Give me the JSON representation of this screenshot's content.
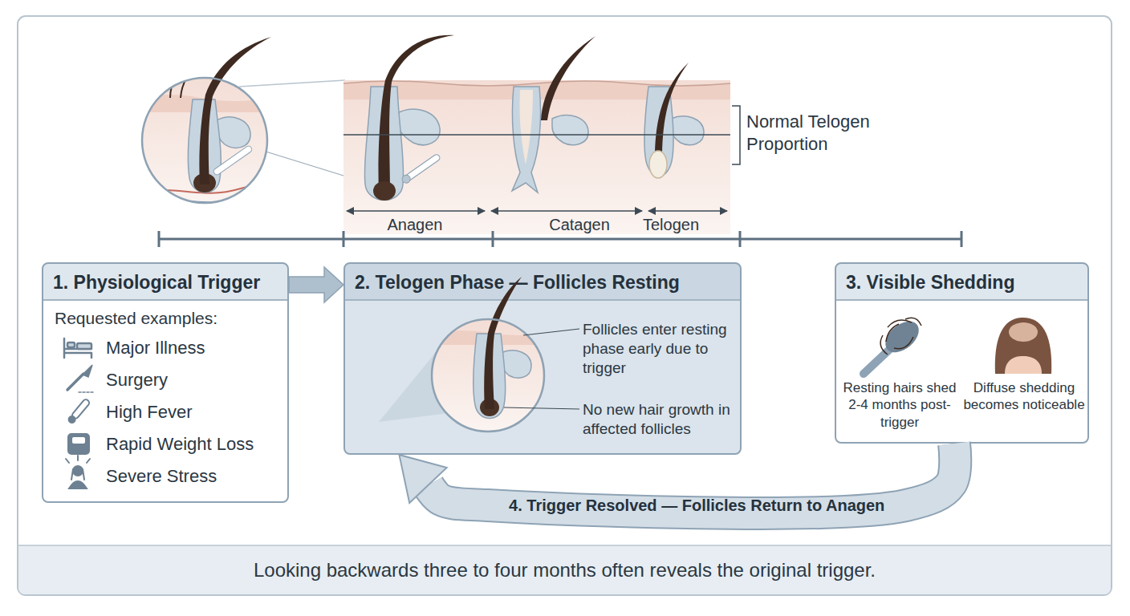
{
  "diagram": {
    "caption": "Looking backwards three to four months often reveals the original trigger.",
    "nodes": [
      {
        "text": [
          "1. Physiological Trigger",
          "Requested examples:",
          "Major Illness",
          "Surgery",
          "High Fever",
          "Rapid Weight Loss",
          "Severe Stress"
        ]
      },
      {
        "text": [
          "2. Telogen Phase — Follicles Resting",
          "Follicles enter resting phase early due to trigger",
          "No new hair growth in affected follicles"
        ]
      },
      {
        "text": [
          "3. Visible Shedding",
          "Resting hairs shed 2-4 months post-trigger",
          "Diffuse shedding becomes noticeable"
        ]
      }
    ],
    "edges": [
      {
        "from": 0,
        "to": 1,
        "arrow": "to"
      },
      {
        "from": 2,
        "to": 1,
        "arrow": "to",
        "label": "4. Trigger Resolved — Follicles Return to Anagen"
      }
    ],
    "labels": [
      "Normal Telogen Proportion",
      "Anagen",
      "Catagen",
      "Telogen"
    ]
  }
}
